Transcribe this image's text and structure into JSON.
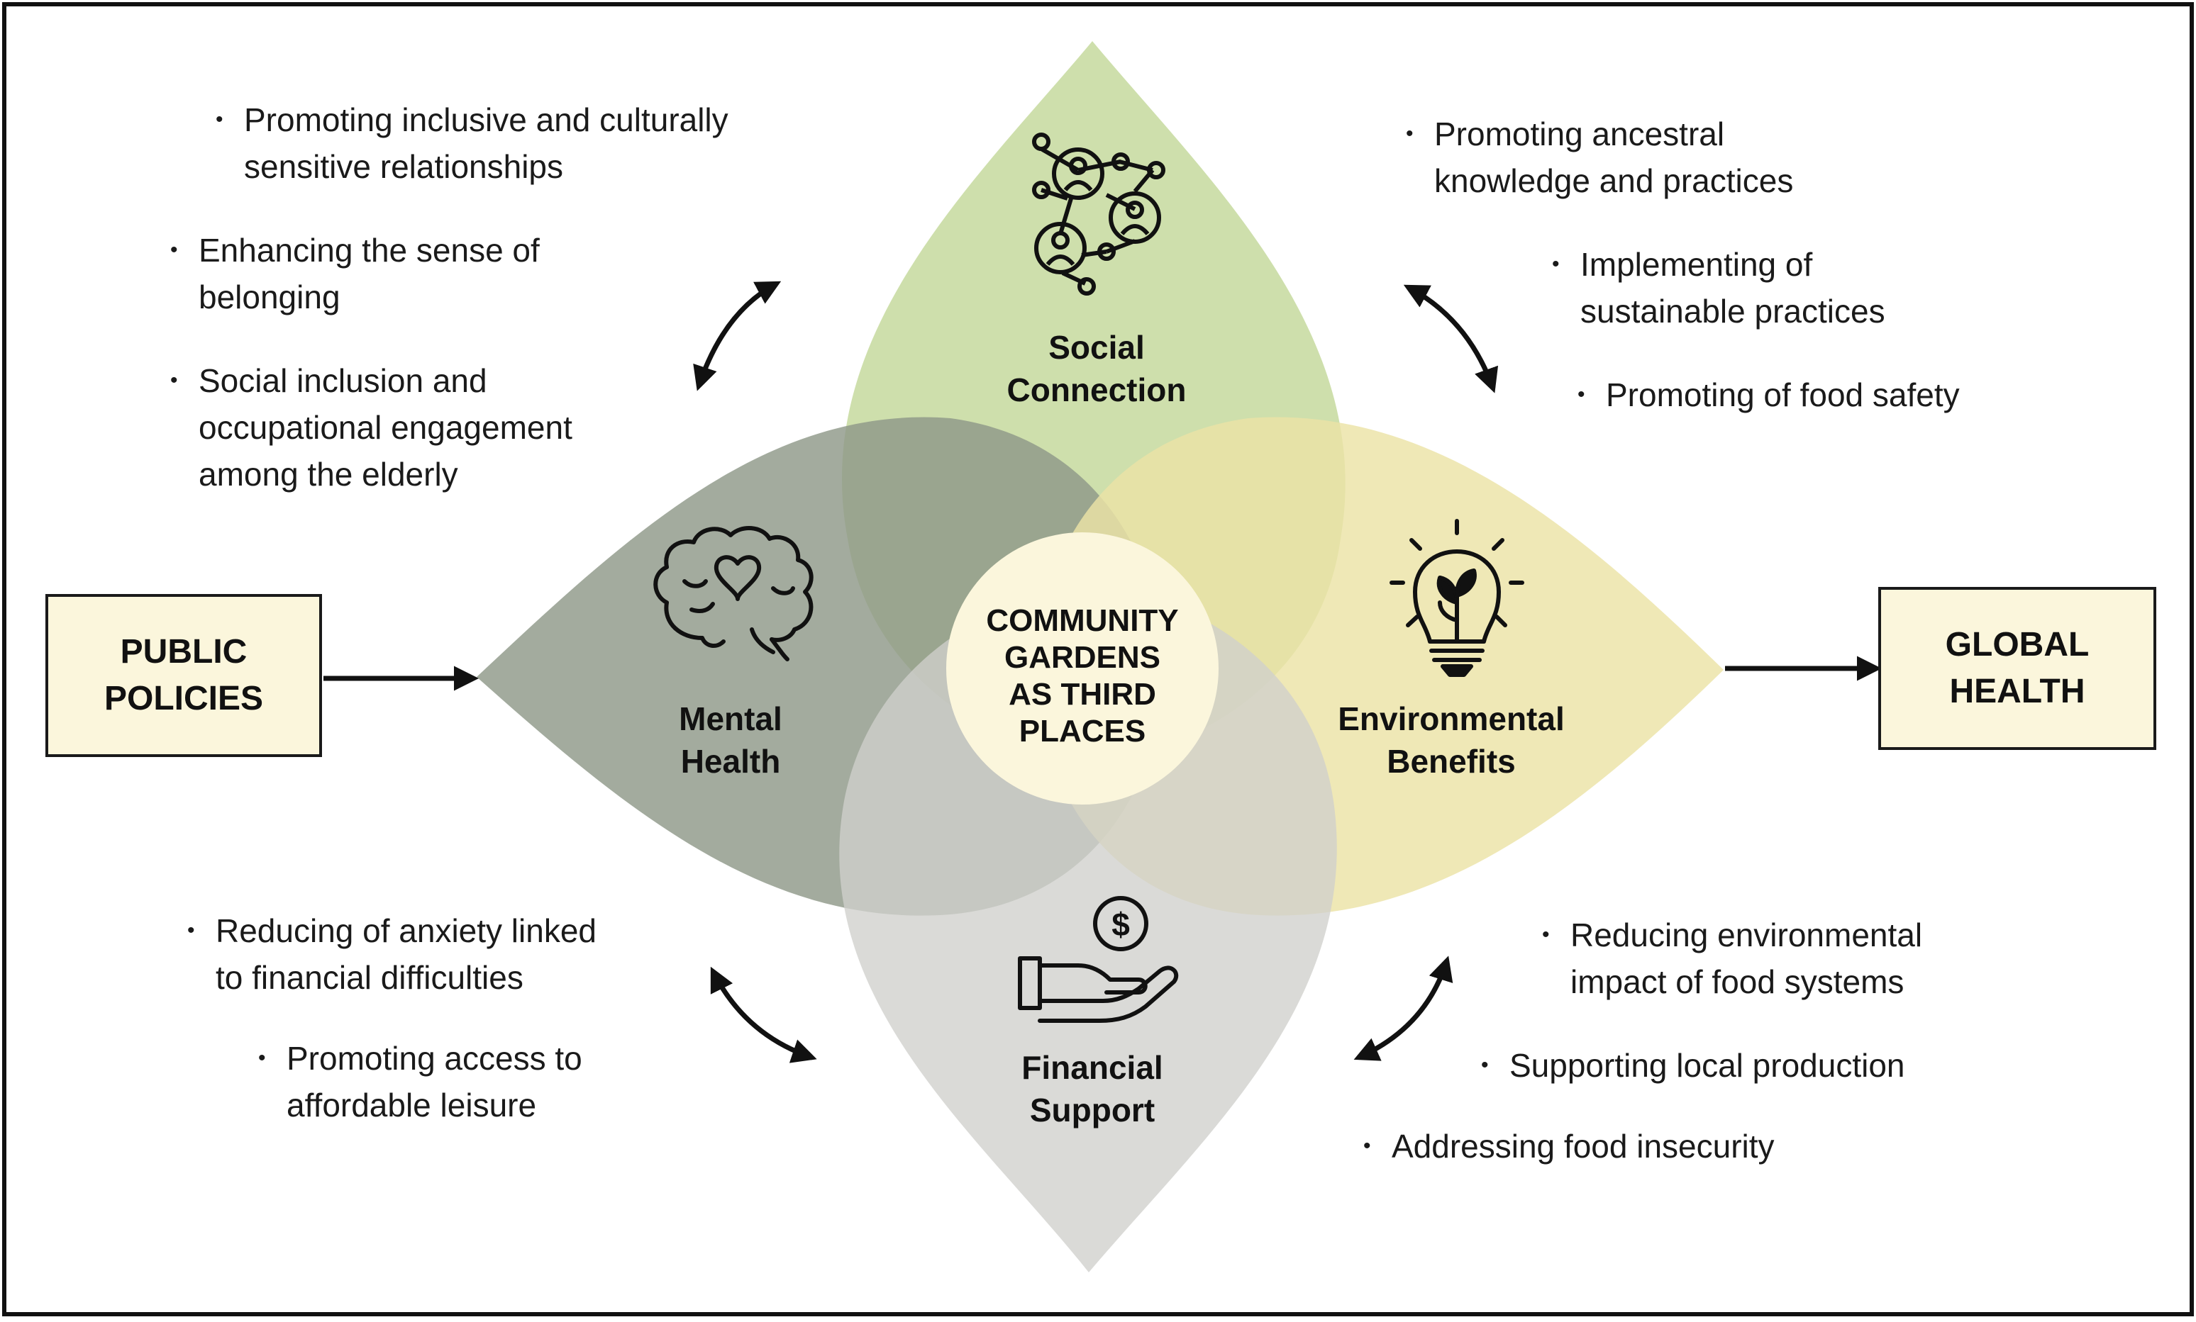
{
  "center": {
    "lines": [
      "COMMUNITY",
      "GARDENS",
      "AS THIRD",
      "PLACES"
    ]
  },
  "petals": {
    "social": {
      "title": [
        "Social",
        "Connection"
      ],
      "icon": "social-network-icon",
      "color": "#c9dca3"
    },
    "mental": {
      "title": [
        "Mental",
        "Health"
      ],
      "icon": "brain-heart-icon",
      "color": "#8f9889"
    },
    "environmental": {
      "title": [
        "Environmental",
        "Benefits"
      ],
      "icon": "lightbulb-plant-icon",
      "color": "#ece3a6"
    },
    "financial": {
      "title": [
        "Financial",
        "Support"
      ],
      "icon": "hand-dollar-icon",
      "color": "#cfcfcc"
    }
  },
  "boxes": {
    "left": [
      "PUBLIC",
      "POLICIES"
    ],
    "right": [
      "GLOBAL",
      "HEALTH"
    ],
    "fill": "#fbf6dc"
  },
  "bullets": {
    "top_left": [
      [
        "Promoting inclusive and culturally",
        "sensitive relationships"
      ],
      [
        "Enhancing the sense of",
        "belonging"
      ],
      [
        "Social inclusion and",
        "occupational engagement",
        "among the elderly"
      ]
    ],
    "top_right": [
      [
        "Promoting ancestral",
        "knowledge and practices"
      ],
      [
        "Implementing of",
        "sustainable practices"
      ],
      [
        "Promoting of food safety"
      ]
    ],
    "bottom_left": [
      [
        "Reducing of anxiety linked",
        "to financial difficulties"
      ],
      [
        "Promoting access to",
        "affordable leisure"
      ]
    ],
    "bottom_right": [
      [
        "Reducing environmental",
        "impact of food systems"
      ],
      [
        "Supporting local production"
      ],
      [
        "Addressing food insecurity"
      ]
    ]
  }
}
